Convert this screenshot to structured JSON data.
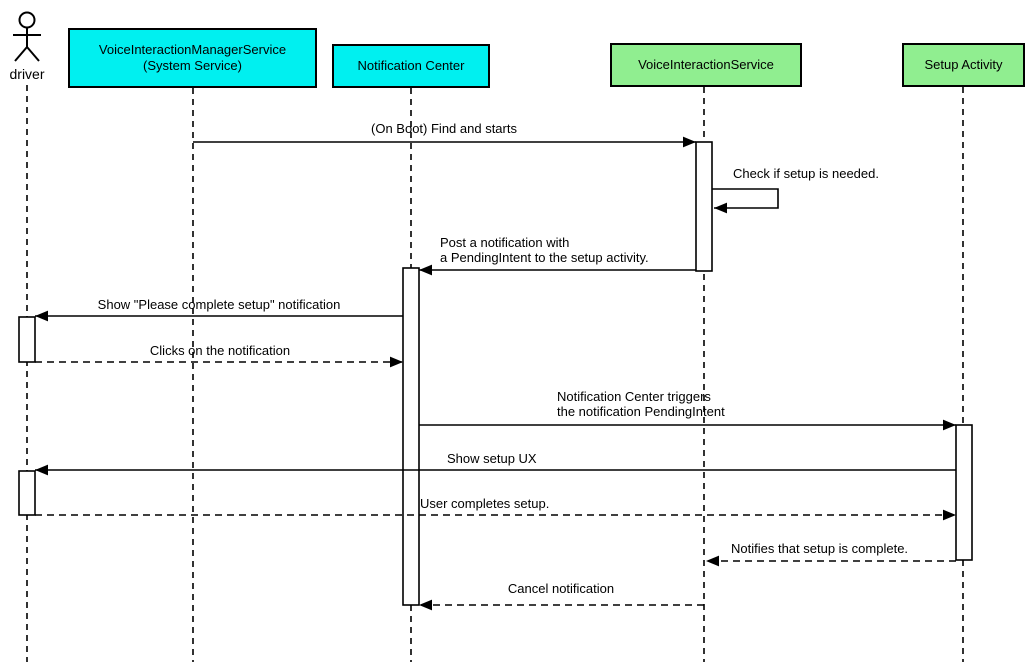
{
  "diagram_type": "uml-sequence-diagram",
  "colors": {
    "participant_cyan": "#00F0F0",
    "participant_green": "#90EE90",
    "line_color": "#000000",
    "background": "#FFFFFF",
    "activation_fill": "#FFFFFF"
  },
  "participants": [
    {
      "id": "driver",
      "kind": "actor",
      "label": "driver"
    },
    {
      "id": "vims",
      "kind": "box",
      "color_key": "participant_cyan",
      "label": "VoiceInteractionManagerService\n(System Service)"
    },
    {
      "id": "notification-center",
      "kind": "box",
      "color_key": "participant_cyan",
      "label": "Notification Center"
    },
    {
      "id": "voice-interaction-service",
      "kind": "box",
      "color_key": "participant_green",
      "label": "VoiceInteractionService"
    },
    {
      "id": "setup-activity",
      "kind": "box",
      "color_key": "participant_green",
      "label": "Setup Activity"
    }
  ],
  "messages": [
    {
      "seq": 1,
      "label": "(On Boot) Find and starts",
      "from": "vims",
      "to": "voice-interaction-service",
      "line": "solid"
    },
    {
      "seq": 2,
      "label": "Check if setup is needed.",
      "from": "voice-interaction-service",
      "to": "voice-interaction-service",
      "line": "self"
    },
    {
      "seq": 3,
      "label": "Post a notification with\na PendingIntent to the setup activity.",
      "from": "voice-interaction-service",
      "to": "notification-center",
      "line": "solid"
    },
    {
      "seq": 4,
      "label": "Show \"Please complete setup\" notification",
      "from": "notification-center",
      "to": "driver",
      "line": "solid"
    },
    {
      "seq": 5,
      "label": "Clicks on the notification",
      "from": "driver",
      "to": "notification-center",
      "line": "dashed"
    },
    {
      "seq": 6,
      "label": "Notification Center triggers\nthe notification PendingIntent",
      "from": "notification-center",
      "to": "setup-activity",
      "line": "solid"
    },
    {
      "seq": 7,
      "label": "Show setup UX",
      "from": "setup-activity",
      "to": "driver",
      "line": "solid"
    },
    {
      "seq": 8,
      "label": "User completes setup.",
      "from": "driver",
      "to": "setup-activity",
      "line": "dashed"
    },
    {
      "seq": 9,
      "label": "Notifies that setup is complete.",
      "from": "setup-activity",
      "to": "voice-interaction-service",
      "line": "dashed"
    },
    {
      "seq": 10,
      "label": "Cancel notification",
      "from": "voice-interaction-service",
      "to": "notification-center",
      "line": "dashed"
    }
  ]
}
